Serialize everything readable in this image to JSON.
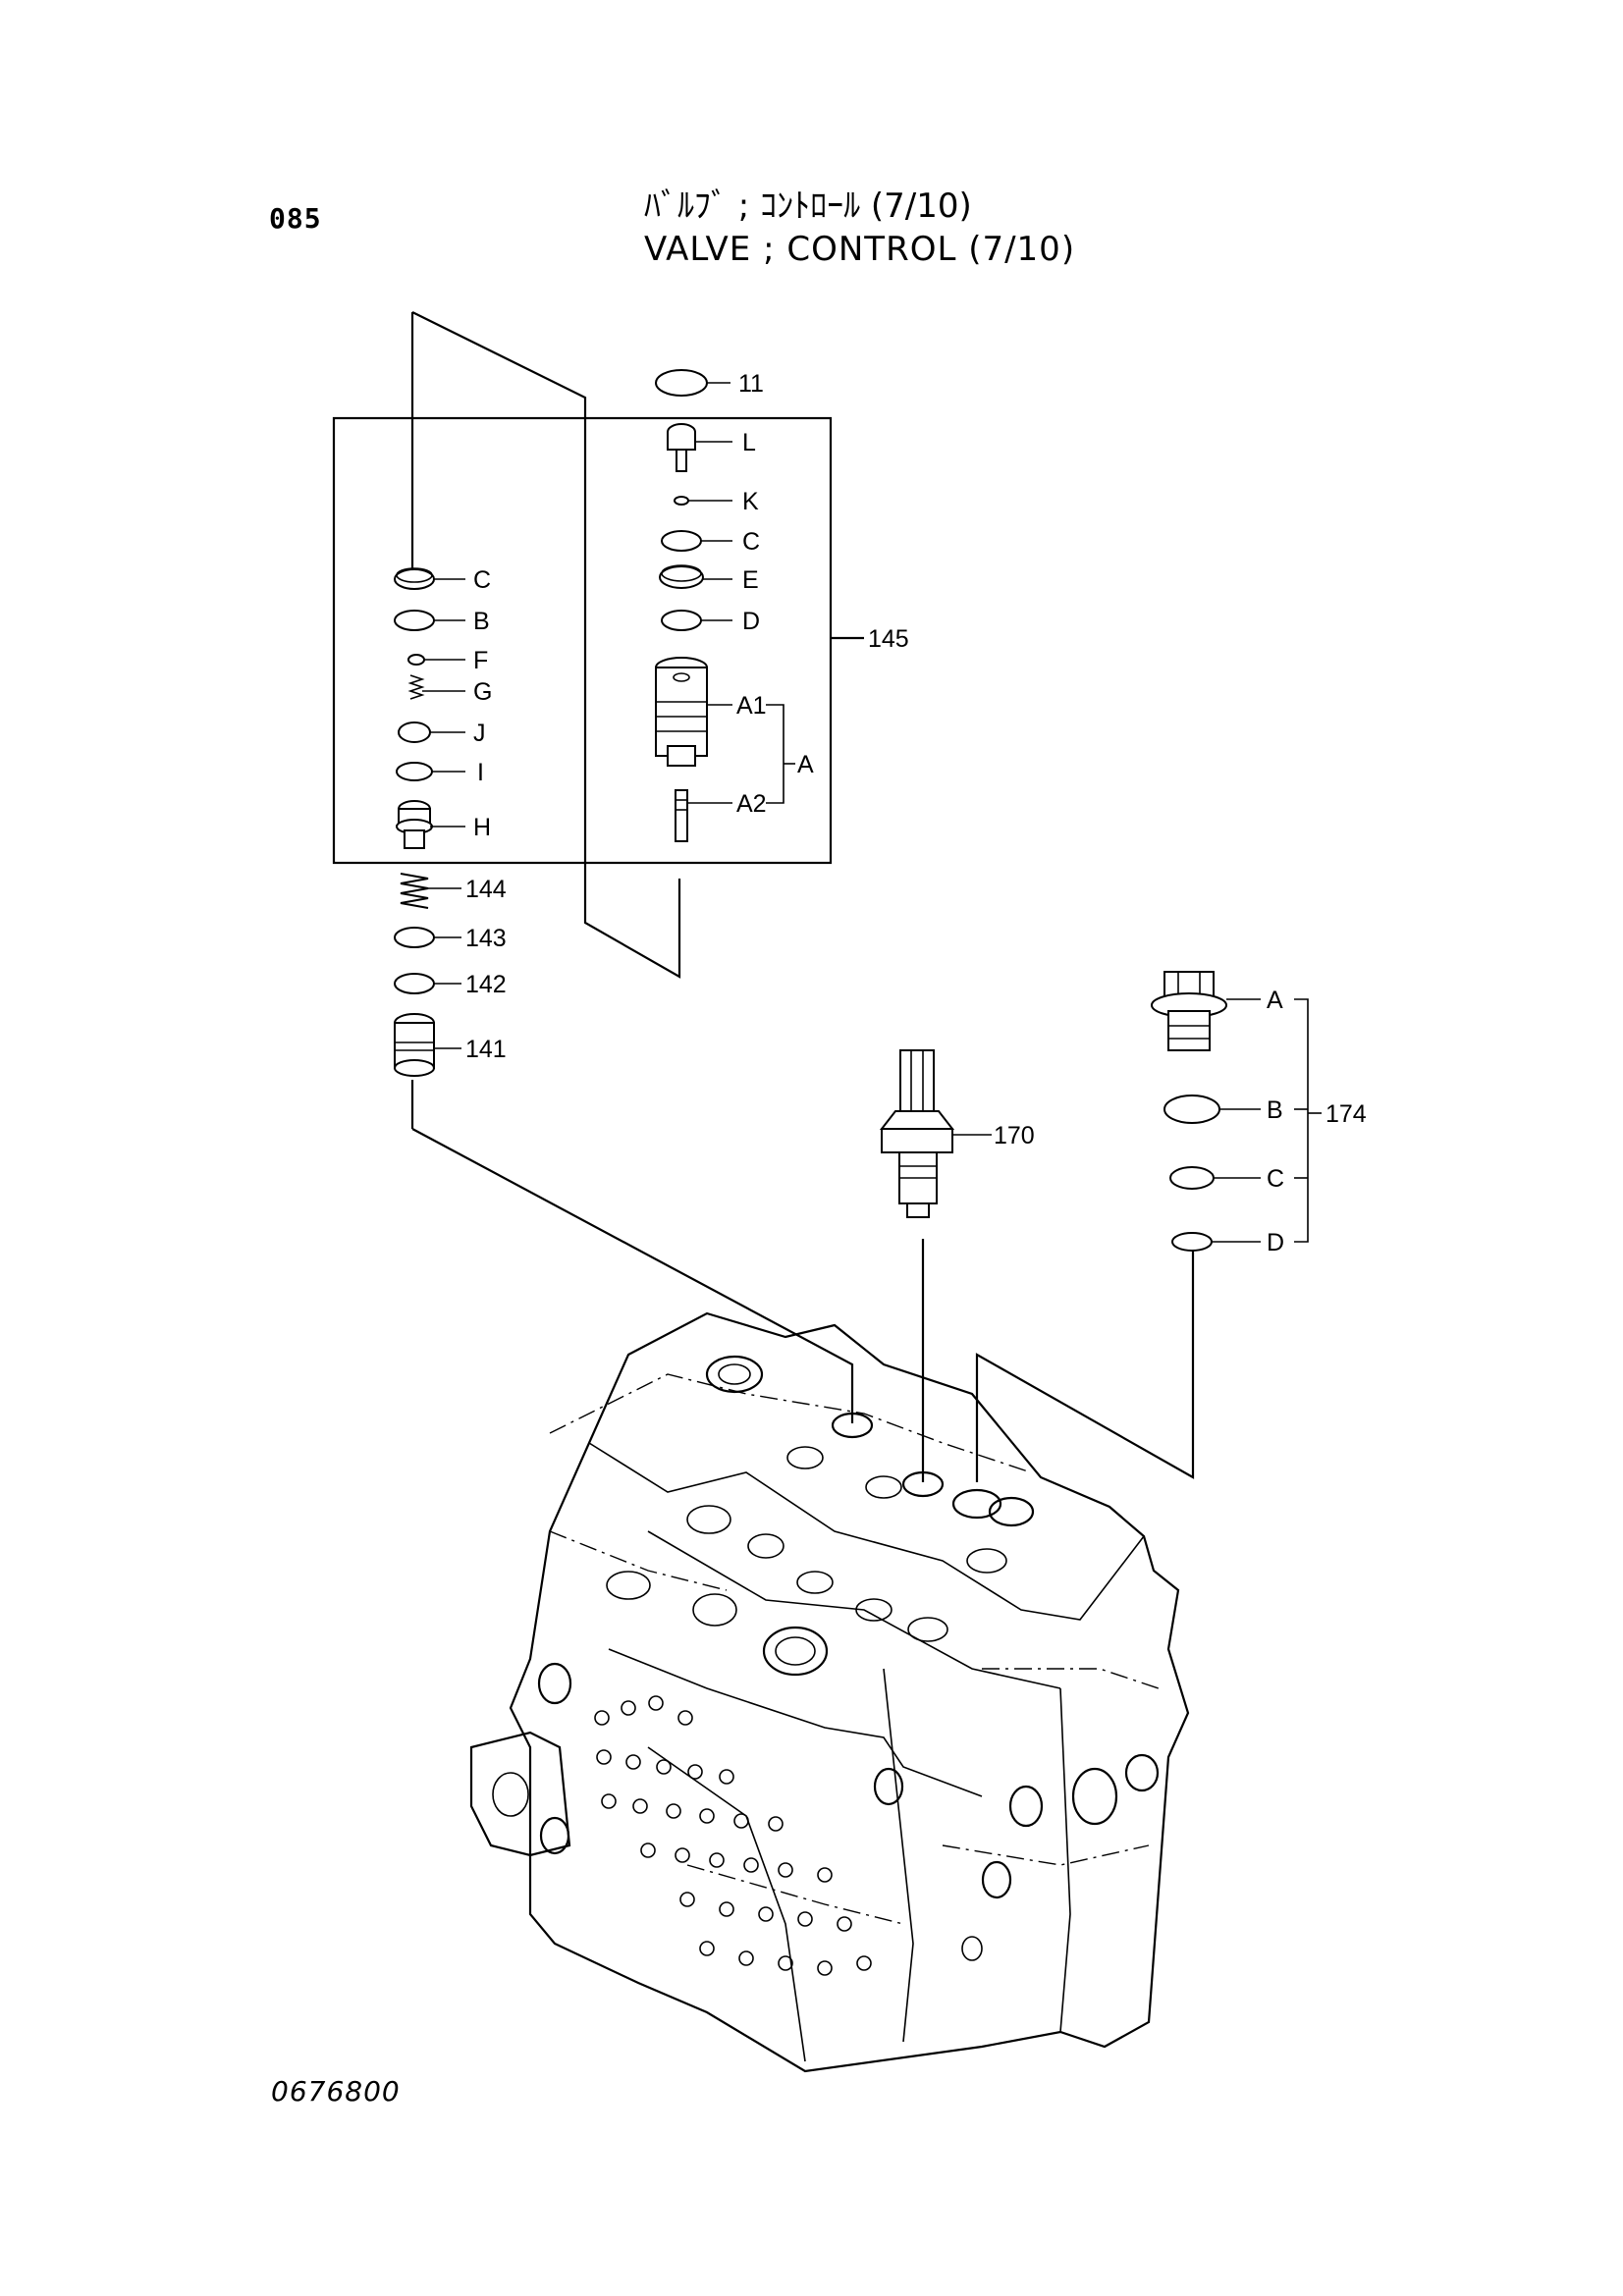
{
  "header": {
    "page_number": "085",
    "title_jp": "ﾊﾞﾙﾌﾞ ; ｺﾝﾄﾛｰﾙ (7/10)",
    "title_en": "VALVE ; CONTROL (7/10)"
  },
  "figure_code": "0676800",
  "callouts": {
    "c11": "11",
    "cL": "L",
    "cK": "K",
    "cC1": "C",
    "cE": "E",
    "cD1": "D",
    "c145": "145",
    "cA1": "A1",
    "cA": "A",
    "cA2": "A2",
    "cC2": "C",
    "cB": "B",
    "cF": "F",
    "cG": "G",
    "cJ": "J",
    "cI": "I",
    "cH": "H",
    "c144": "144",
    "c143": "143",
    "c142": "142",
    "c141": "141",
    "c170": "170",
    "cA3": "A",
    "cB2": "B",
    "c174": "174",
    "cC3": "C",
    "cD2": "D"
  }
}
